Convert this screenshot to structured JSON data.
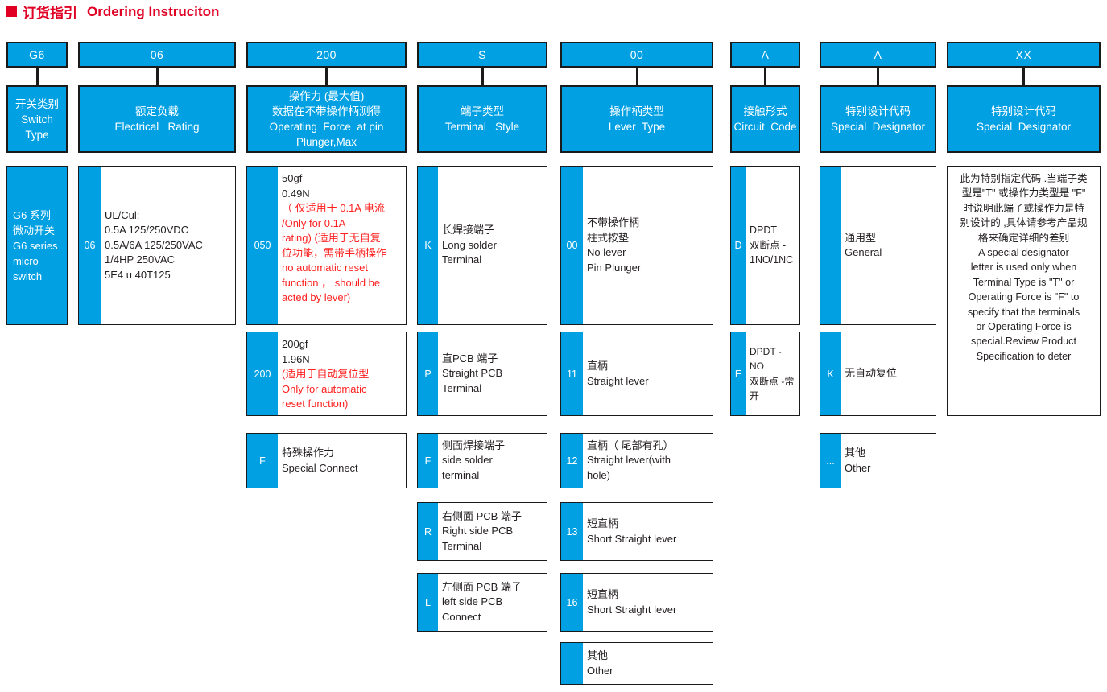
{
  "title": {
    "marker": "■",
    "cn": "订货指引",
    "en": "Ordering Instruciton",
    "color": "#e00024"
  },
  "theme": {
    "blue": "#00a0e3",
    "border": "#1a1a1a",
    "red_text": "#ff2020",
    "body_text": "#231f20"
  },
  "columns": [
    {
      "code": "G6",
      "desc_lines": [
        "开关类别",
        "Switch",
        "Type"
      ],
      "items": [
        {
          "code": "",
          "lines": [
            "G6 系列",
            "微动开关",
            "G6  series",
            "micro",
            "switch"
          ],
          "style": "blue-full"
        }
      ]
    },
    {
      "code": "06",
      "desc_lines": [
        "额定负载",
        "Electrical   Rating"
      ],
      "items": [
        {
          "code": "06",
          "lines": [
            "UL/Cul:",
            "0.5A  125/250VDC",
            "0.5A/6A  125/250VAC",
            "1/4HP 250VAC",
            "5E4  u 40T125"
          ]
        }
      ]
    },
    {
      "code": "200",
      "desc_lines": [
        "操作力 (最大值)",
        "数据在不带操作柄测得",
        "Operating  Force  at pin",
        "Plunger,Max"
      ],
      "items": [
        {
          "code": "050",
          "lines": [
            "50gf",
            "0.49N"
          ],
          "red_lines": [
            "（ 仅适用于 0.1A  电流",
            "/Only  for  0.1A",
            "rating) (适用于无自复",
            "位功能，需带手柄操作",
            "no  automatic   reset",
            "function ，  should   be",
            "acted  by lever)"
          ]
        },
        {
          "code": "200",
          "lines": [
            "200gf",
            "1.96N"
          ],
          "red_lines": [
            "(适用于自动复位型",
            "Only  for  automatic",
            "reset  function)"
          ]
        },
        {
          "code": "F",
          "lines": [
            "特殊操作力",
            "Special   Connect"
          ]
        }
      ]
    },
    {
      "code": "S",
      "desc_lines": [
        "端子类型",
        "Terminal   Style"
      ],
      "items": [
        {
          "code": "K",
          "lines": [
            "长焊接端子",
            "Long solder",
            "Terminal"
          ]
        },
        {
          "code": "P",
          "lines": [
            "直PCB 端子",
            "Straight   PCB",
            "Terminal"
          ]
        },
        {
          "code": "F",
          "lines": [
            "侧面焊接端子",
            "side  solder",
            "terminal"
          ]
        },
        {
          "code": "R",
          "lines": [
            "右侧面 PCB 端子",
            "Right  side  PCB",
            "Terminal"
          ]
        },
        {
          "code": "L",
          "lines": [
            "左侧面 PCB 端子",
            "left side  PCB",
            "Connect"
          ]
        }
      ]
    },
    {
      "code": "00",
      "desc_lines": [
        "操作柄类型",
        "Lever  Type"
      ],
      "items": [
        {
          "code": "00",
          "lines": [
            "不带操作柄",
            "柱式按垫",
            "No  lever",
            "Pin  Plunger"
          ]
        },
        {
          "code": "11",
          "lines": [
            "直柄",
            "Straight     lever"
          ]
        },
        {
          "code": "12",
          "lines": [
            "直柄（ 尾部有孔）",
            "Straight     lever(with",
            "hole)"
          ]
        },
        {
          "code": "13",
          "lines": [
            "短直柄",
            "Short  Straight     lever"
          ]
        },
        {
          "code": "16",
          "lines": [
            "短直柄",
            "Short  Straight     lever"
          ]
        },
        {
          "code": "",
          "lines": [
            "其他",
            "Other"
          ]
        }
      ]
    },
    {
      "code": "A",
      "desc_lines": [
        "接触形式",
        "Circuit  Code"
      ],
      "items": [
        {
          "code": "D",
          "lines": [
            "DPDT",
            "双断点 -",
            "1NO/1NC"
          ]
        },
        {
          "code": "E",
          "lines": [
            "DPDT - NO",
            "双断点 -常开"
          ]
        }
      ]
    },
    {
      "code": "A",
      "desc_lines": [
        "特别设计代码",
        "Special  Designator"
      ],
      "items": [
        {
          "code": "",
          "lines": [
            "通用型",
            "General"
          ]
        },
        {
          "code": "K",
          "lines": [
            "无自动复位"
          ]
        },
        {
          "code": "...",
          "lines": [
            "其他",
            "Other"
          ]
        }
      ]
    },
    {
      "code": "XX",
      "desc_lines": [
        "特别设计代码",
        "Special  Designator"
      ],
      "note_lines": [
        "此为特别指定代码 .当端子类",
        "型是\"T\" 或操作力类型是 \"F\"",
        "时说明此端子或操作力是特",
        "别设计的 ,具体请参考产品规",
        "格来确定详细的差别",
        "A  special  designator",
        "letter  is  used  only  when",
        "Terminal  Type  is \"T\"  or",
        "Operating  Force  is \"F\"  to",
        "specify  that  the  terminals",
        "or Operating  Force  is",
        "special.Review    Product",
        "Specification   to deter"
      ]
    }
  ]
}
